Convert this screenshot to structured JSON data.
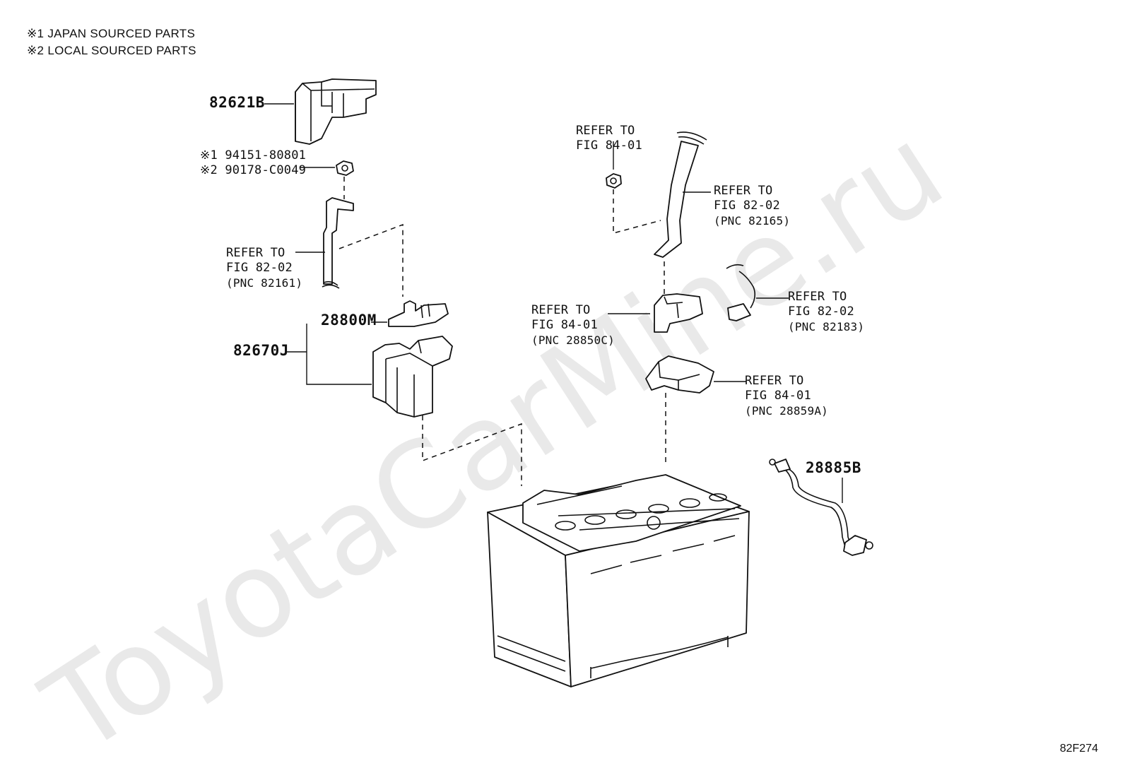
{
  "notes": {
    "line1": "※1 JAPAN SOURCED PARTS",
    "line2": "※2 LOCAL SOURCED PARTS"
  },
  "watermark": "ToyotaCarMine.ru",
  "figure_number": "82F274",
  "parts": {
    "p82621B": "82621B",
    "nut_japan": "※1 94151-80801",
    "nut_local": "※2 90178-C0049",
    "p28800M": "28800M",
    "p82670J": "82670J",
    "p28885B": "28885B"
  },
  "refs": {
    "r1": {
      "l1": "REFER TO",
      "l2": "FIG 82-02",
      "l3": "(PNC 82161)"
    },
    "r2": {
      "l1": "REFER TO",
      "l2": "FIG 84-01"
    },
    "r3": {
      "l1": "REFER TO",
      "l2": "FIG 82-02",
      "l3": "(PNC 82165)"
    },
    "r4": {
      "l1": "REFER TO",
      "l2": "FIG 84-01",
      "l3": "(PNC 28850C)"
    },
    "r5": {
      "l1": "REFER TO",
      "l2": "FIG 82-02",
      "l3": "(PNC 82183)"
    },
    "r6": {
      "l1": "REFER TO",
      "l2": "FIG 84-01",
      "l3": "(PNC 28859A)"
    }
  }
}
